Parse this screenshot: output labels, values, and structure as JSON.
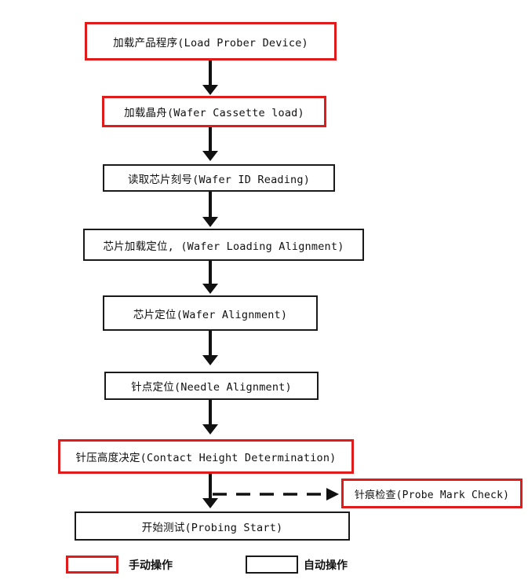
{
  "steps": [
    {
      "id": "load-prober-device",
      "label": "加载产品程序(Load Prober Device)",
      "mode": "manual"
    },
    {
      "id": "wafer-cassette-load",
      "label": "加载晶舟(Wafer Cassette load)",
      "mode": "manual"
    },
    {
      "id": "wafer-id-reading",
      "label": "读取芯片刻号(Wafer ID Reading)",
      "mode": "auto"
    },
    {
      "id": "wafer-loading-alignment",
      "label": "芯片加载定位, (Wafer Loading Alignment)",
      "mode": "auto"
    },
    {
      "id": "wafer-alignment",
      "label": "芯片定位(Wafer Alignment)",
      "mode": "auto"
    },
    {
      "id": "needle-alignment",
      "label": "针点定位(Needle Alignment)",
      "mode": "auto"
    },
    {
      "id": "contact-height-determination",
      "label": "针压高度决定(Contact Height Determination)",
      "mode": "manual"
    },
    {
      "id": "probing-start",
      "label": "开始测试(Probing Start)",
      "mode": "auto"
    }
  ],
  "side_step": {
    "id": "probe-mark-check",
    "label": "针痕检查(Probe Mark Check)",
    "mode": "manual"
  },
  "legend": {
    "manual_label": "手动操作",
    "auto_label": "自动操作",
    "manual_color": "#e01b1b",
    "auto_color": "#1a1a1a"
  }
}
